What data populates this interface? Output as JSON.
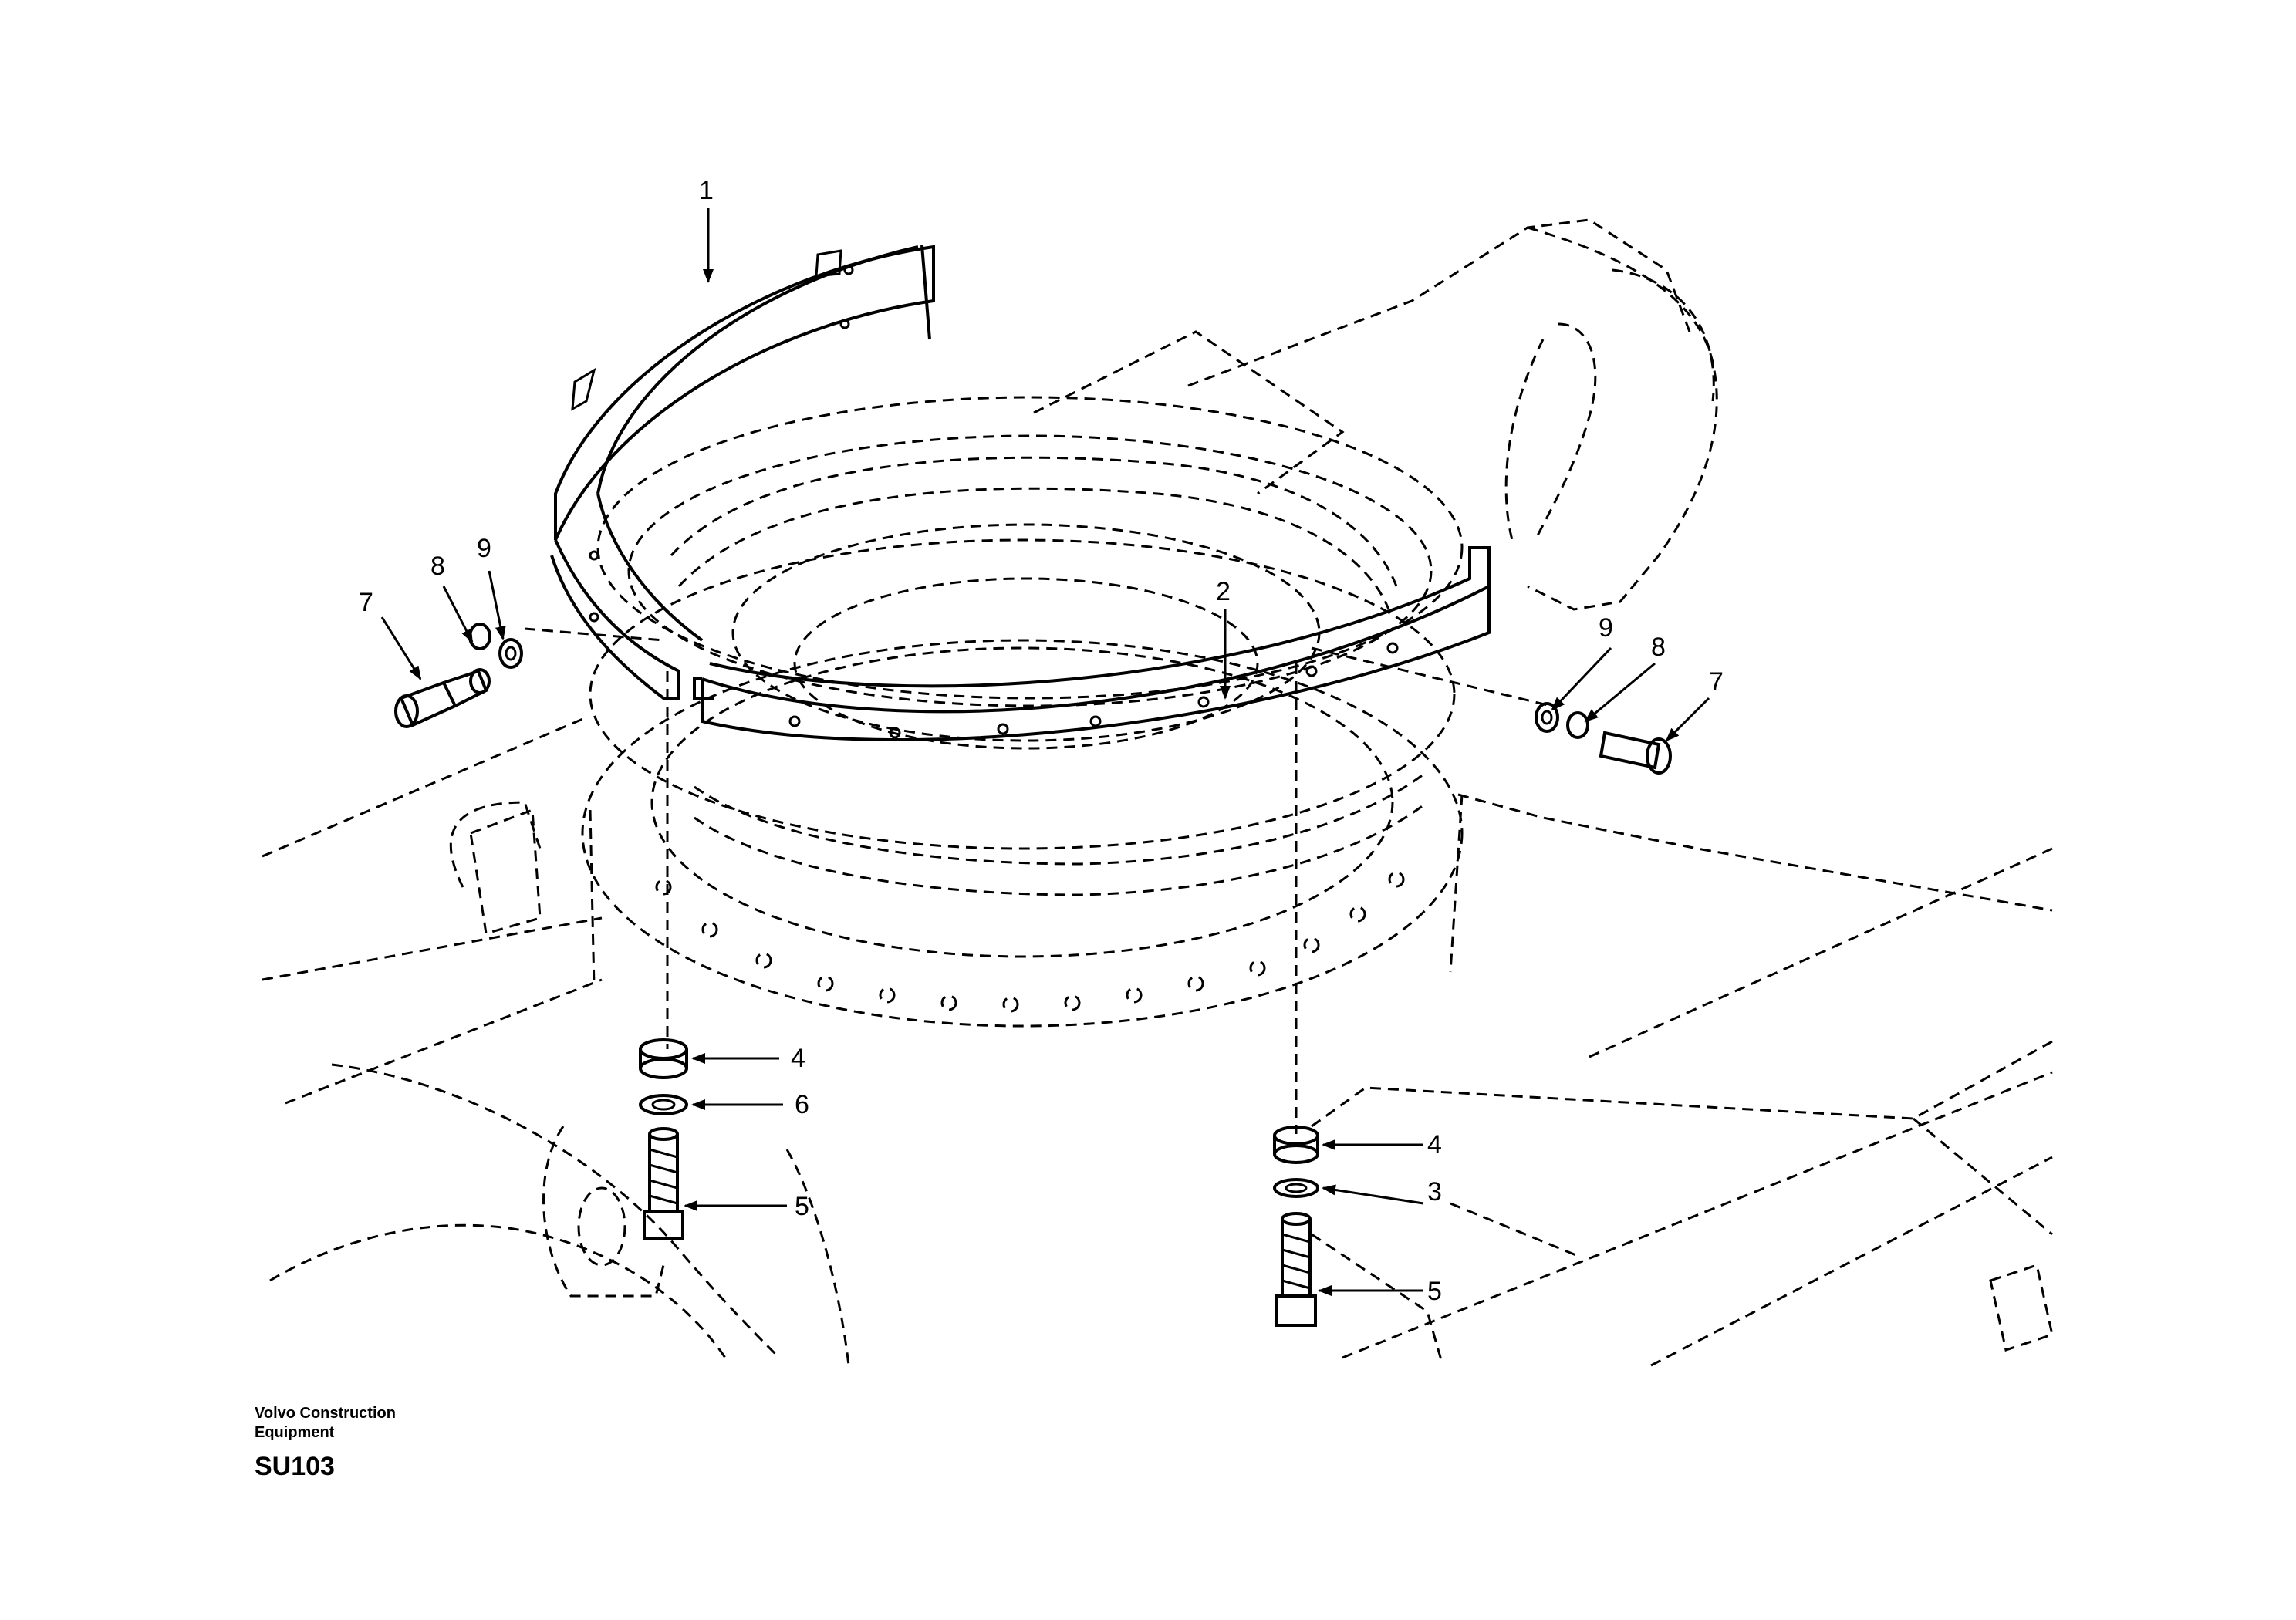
{
  "callouts": [
    {
      "label": "1"
    },
    {
      "label": "2"
    },
    {
      "label": "3"
    },
    {
      "label": "4"
    },
    {
      "label": "4"
    },
    {
      "label": "5"
    },
    {
      "label": "5"
    },
    {
      "label": "6"
    },
    {
      "label": "7"
    },
    {
      "label": "7"
    },
    {
      "label": "8"
    },
    {
      "label": "8"
    },
    {
      "label": "9"
    },
    {
      "label": "9"
    }
  ],
  "footer": {
    "brand": "Volvo Construction Equipment",
    "code": "SU103"
  }
}
